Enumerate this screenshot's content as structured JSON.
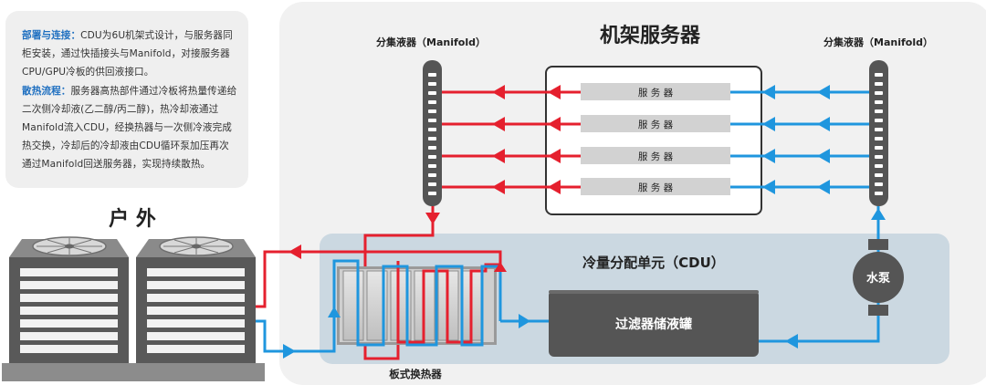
{
  "note": {
    "deploy_title": "部署与连接：",
    "deploy_text": "CDU为6U机架式设计，与服务器同柜安装，通过快插接头与Manifold，对接服务器CPU/GPU冷板的供回液接口。",
    "cooling_title": "散热流程：",
    "cooling_text": "服务器高热部件通过冷板将热量传递给二次侧冷却液(乙二醇/丙二醇)，热冷却液通过Manifold流入CDU，经换热器与一次侧冷液完成热交换，冷却后的冷却液由CDU循环泵加压再次通过Manifold回送服务器，实现持续散热。"
  },
  "labels": {
    "outdoor": "户 外",
    "rack_title": "机架服务器",
    "manifold_left": "分集液器（Manifold）",
    "manifold_right": "分集液器（Manifold）",
    "cdu_title": "冷量分配单元（CDU）",
    "filter_tank": "过滤器储液罐",
    "pump": "水泵",
    "heat_exchanger": "板式换热器"
  },
  "servers": [
    "服 务 器",
    "服 务 器",
    "服 务 器",
    "服 务 器"
  ],
  "colors": {
    "hot": "#e5202e",
    "cold": "#1f96de",
    "panel": "#f1f1f1",
    "cdu_panel": "#cbd8e1",
    "dark": "#505050",
    "accent_text": "#1e6fc0"
  }
}
